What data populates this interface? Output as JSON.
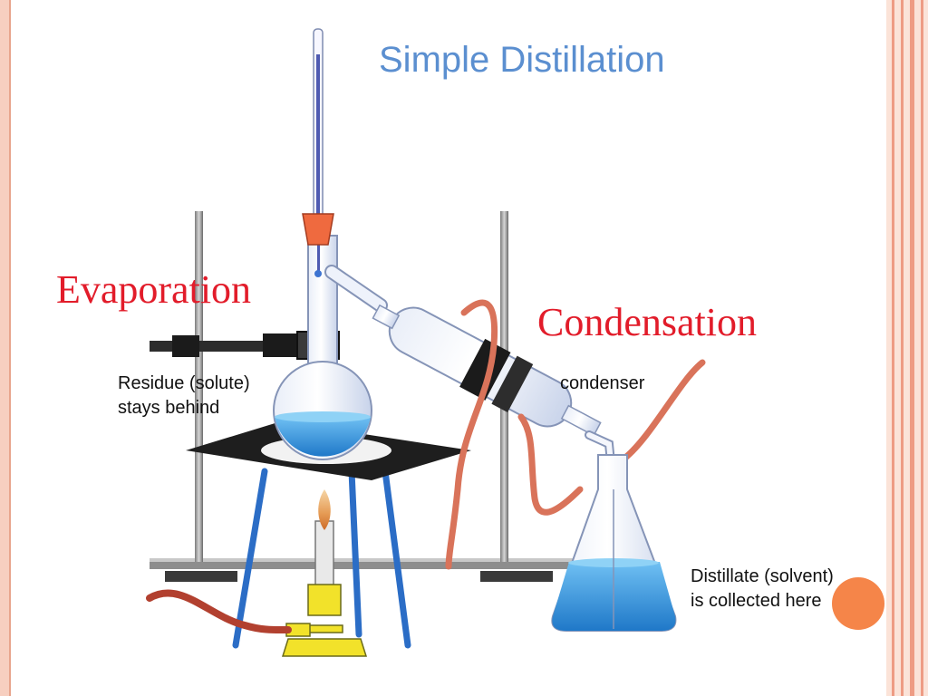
{
  "title": "Simple Distillation",
  "labels": {
    "evaporation": "Evaporation",
    "condensation": "Condensation",
    "residue_line1": "Residue (solute)",
    "residue_line2": "stays behind",
    "condenser": "condenser",
    "distillate_line1": "Distillate (solvent)",
    "distillate_line2": "is collected here"
  },
  "colors": {
    "title": "#5b8fd0",
    "accent_labels": "#e21c2a",
    "liquid": "#2f8fd8",
    "tubing": "#d9735a",
    "burner": "#f2e22a",
    "frame": "#f7cfc0",
    "dot": "#f58549"
  }
}
